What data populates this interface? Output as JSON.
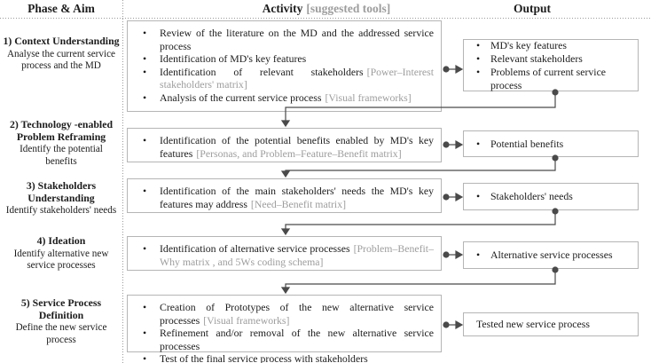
{
  "header": {
    "phase_col": "Phase & Aim",
    "activity_col": "Activity",
    "activity_col_suffix": "[suggested tools]",
    "output_col": "Output"
  },
  "phases": [
    {
      "title": "1) Context Understanding",
      "aim": "Analyse the current service process and the MD"
    },
    {
      "title": "2) Technology -enabled Problem Reframing",
      "aim": "Identify the potential benefits"
    },
    {
      "title": "3) Stakeholders Understanding",
      "aim": "Identify stakeholders' needs"
    },
    {
      "title": "4) Ideation",
      "aim": "Identify alternative new service processes"
    },
    {
      "title": "5) Service Process Definition",
      "aim": "Define the new service process"
    }
  ],
  "activities": [
    {
      "bullets": [
        {
          "text": "Review of the literature on the MD and the addressed service process",
          "tool": ""
        },
        {
          "text": "Identification of MD's key features",
          "tool": ""
        },
        {
          "text": "Identification of relevant stakeholders",
          "tool": "[Power–Interest stakeholders' matrix]"
        },
        {
          "text": "Analysis of the current service process",
          "tool": "[Visual frameworks]"
        }
      ]
    },
    {
      "bullets": [
        {
          "text": "Identification of the potential benefits enabled by MD's key features",
          "tool": "[Personas, and Problem–Feature–Benefit matrix]"
        }
      ]
    },
    {
      "bullets": [
        {
          "text": "Identification of the main stakeholders' needs the MD's key features may address",
          "tool": "[Need–Benefit matrix]"
        }
      ]
    },
    {
      "bullets": [
        {
          "text": "Identification of alternative service processes",
          "tool": "[Problem–Benefit–Why matrix , and 5Ws coding schema]"
        }
      ]
    },
    {
      "bullets": [
        {
          "text": "Creation of Prototypes of the new alternative service processes",
          "tool": "[Visual frameworks]"
        },
        {
          "text": "Refinement and/or removal of the new alternative service processes",
          "tool": ""
        },
        {
          "text": "Test of the final service process with stakeholders",
          "tool": ""
        }
      ]
    }
  ],
  "outputs": [
    {
      "items": [
        "MD's key features",
        "Relevant stakeholders",
        "Problems of current service process"
      ]
    },
    {
      "items": [
        "Potential benefits"
      ]
    },
    {
      "items": [
        "Stakeholders' needs"
      ]
    },
    {
      "items": [
        "Alternative service processes"
      ]
    },
    {
      "items": [
        "Tested new service process"
      ]
    }
  ],
  "colors": {
    "box_border": "#b5b5b5",
    "text": "#1c1c1c",
    "tool_text": "#9d9d9d",
    "connector": "#4a4a4a",
    "divider_dots": "#9a9a9a"
  }
}
